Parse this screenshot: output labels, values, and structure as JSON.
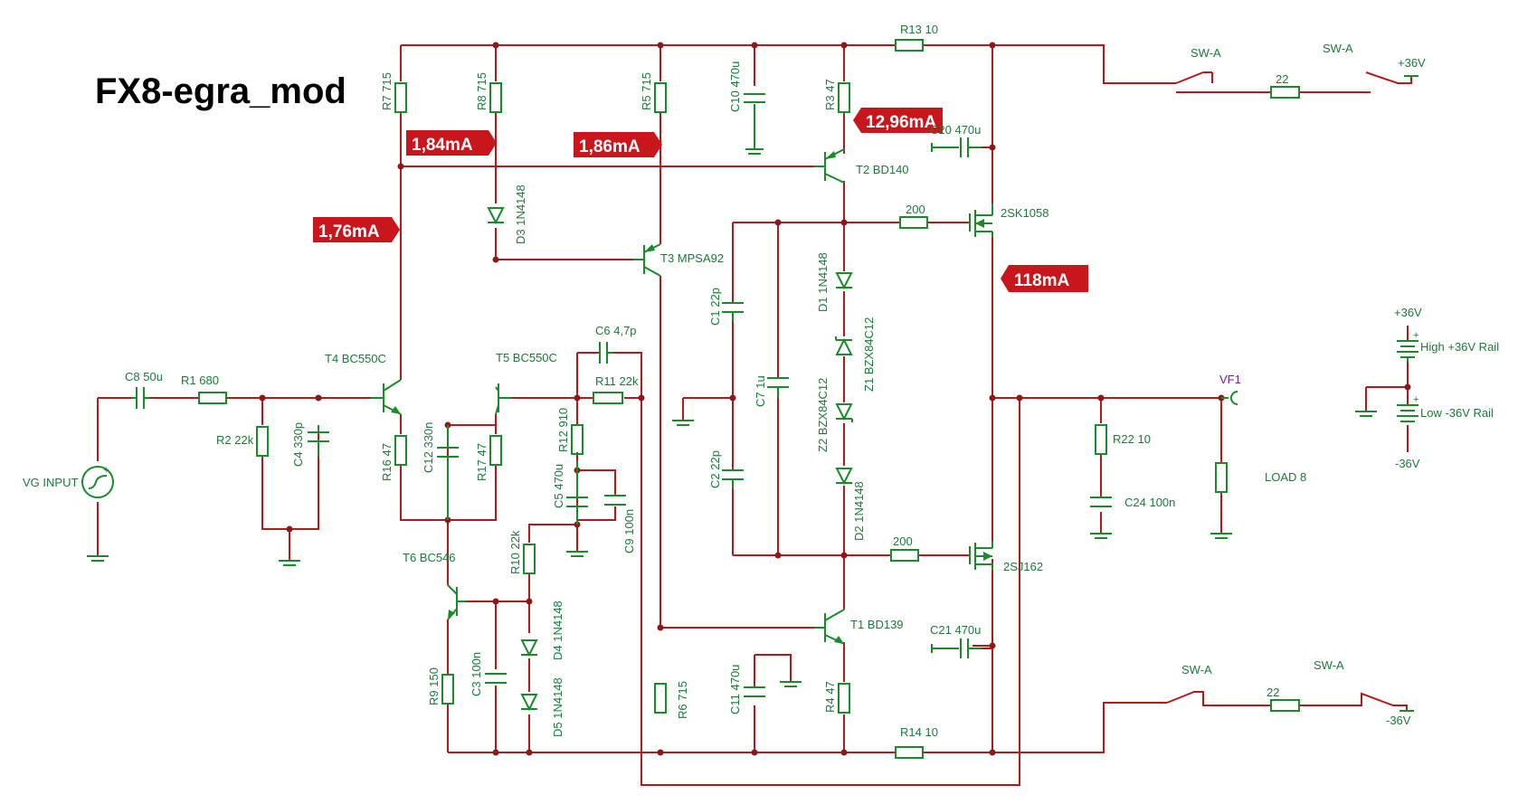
{
  "title": "FX8-egra_mod",
  "annotations": [
    "1,84mA",
    "1,86mA",
    "12,96mA",
    "1,76mA",
    "118mA"
  ],
  "labels": {
    "r13": "R13 10",
    "r7": "R7 715",
    "r8": "R8 715",
    "r5": "R5 715",
    "c10": "C10 470u",
    "r3": "R3 47",
    "c20": "C20 470u",
    "t2": "T2 BD140",
    "d3": "D3 1N4148",
    "r200a": "200",
    "sk": "2SK1058",
    "t3": "T3 MPSA92",
    "d1": "D1 1N4148",
    "c1": "C1 22p",
    "z1": "Z1 BZX84C12",
    "c6": "C6 4,7p",
    "t4": "T4 BC550C",
    "t5": "T5 BC550C",
    "c8": "C8 50u",
    "r1": "R1 680",
    "r11": "R11 22k",
    "c7": "C7 1u",
    "z2": "Z2 BZX84C12",
    "r2": "R2 22k",
    "c4": "C4 330p",
    "r12": "R12 910",
    "r16": "R16 47",
    "c12": "C12 330n",
    "r17": "R17 47",
    "c5": "C5 470u",
    "c9": "C9 100n",
    "c2": "C2 22p",
    "d2": "D2 1N4148",
    "r200b": "200",
    "sj": "2SJ162",
    "vg": "VG INPUT",
    "t6": "T6 BC546",
    "r10": "R10 22k",
    "d4": "D4 1N4148",
    "t1": "T1 BD139",
    "c21": "C21 470u",
    "r9": "R9 150",
    "c3": "C3 100n",
    "d5": "D5 1N4148",
    "r6": "R6 715",
    "c11": "C11 470u",
    "r4": "R4 47",
    "r14": "R14 10",
    "r22": "R22 10",
    "c24": "C24 100n",
    "load": "LOAD 8",
    "vf1": "VF1",
    "swa1": "SW-A",
    "swa2": "SW-A",
    "r22top": "22",
    "p36": "+36V",
    "swa3": "SW-A",
    "swa4": "SW-A",
    "r22bot": "22",
    "n36": "-36V",
    "rp36": "+36V",
    "highrail": "High +36V Rail",
    "lowrail": "Low -36V Rail",
    "rn36": "-36V",
    "plus1": "+",
    "plus2": "+",
    "plus3": "+"
  },
  "colors": {
    "wire": "#b31b1b",
    "component": "#1a8a2a",
    "tag": "#c8161d"
  }
}
